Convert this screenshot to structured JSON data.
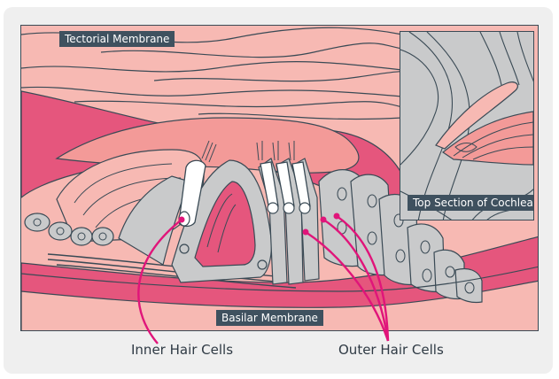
{
  "diagram": {
    "labels": {
      "tectorial": "Tectorial Membrane",
      "basilar": "Basilar Membrane",
      "inset": "Top Section of Cochlea",
      "inner_hair_cells": "Inner Hair Cells",
      "outer_hair_cells": "Outer Hair Cells"
    },
    "colors": {
      "background": "#efefef",
      "tissue_light": "#f7b9b3",
      "tissue_mid": "#f39a98",
      "tissue_dark": "#e5567d",
      "cell_gray": "#c9cacb",
      "outline": "#3a4a55",
      "label_bg": "#3f515f",
      "callout": "#e0157a"
    }
  }
}
